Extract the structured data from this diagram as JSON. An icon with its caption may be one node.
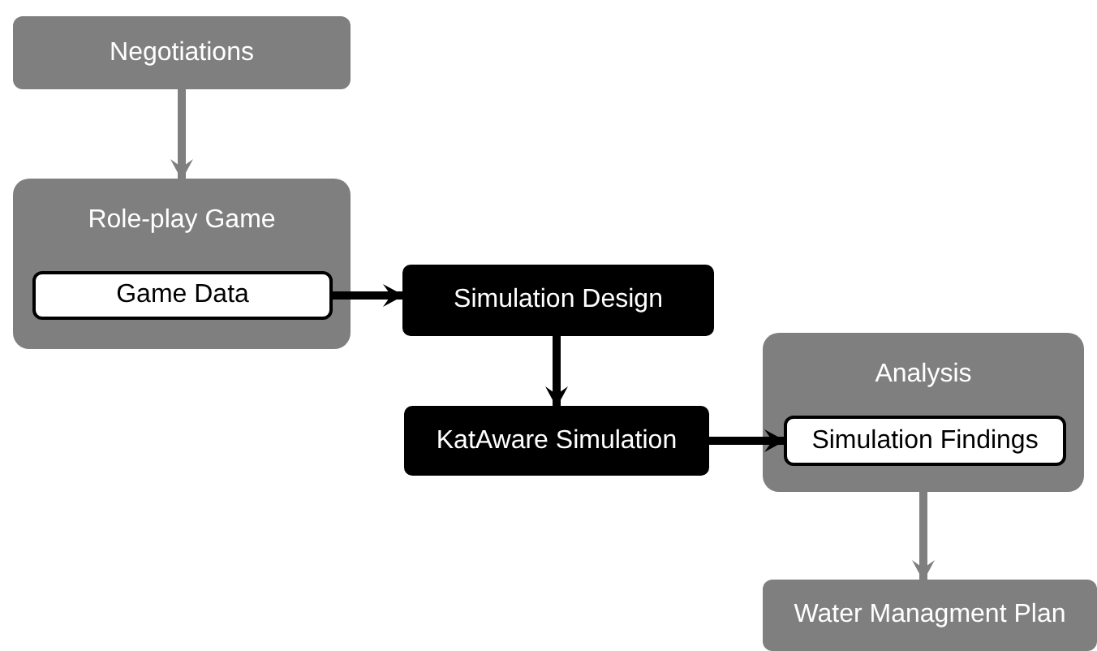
{
  "diagram": {
    "nodes": [
      {
        "text": [
          "Negotiations"
        ]
      },
      {
        "text": [
          "Role-play Game"
        ]
      },
      {
        "text": [
          "Game Data"
        ],
        "in": 1
      },
      {
        "text": [
          "Simulation Design"
        ]
      },
      {
        "text": [
          "KatAware Simulation"
        ]
      },
      {
        "text": [
          "Analysis"
        ]
      },
      {
        "text": [
          "Simulation Findings"
        ],
        "in": 5
      },
      {
        "text": [
          "Water Managment Plan"
        ]
      }
    ],
    "edges": [
      {
        "from": 0,
        "to": 1,
        "arrow": "to",
        "color": "#7f7f7f"
      },
      {
        "from": 2,
        "to": 3,
        "arrow": "to"
      },
      {
        "from": 3,
        "to": 4,
        "arrow": "to"
      },
      {
        "from": 4,
        "to": 6,
        "arrow": "to"
      },
      {
        "from": 5,
        "to": 7,
        "arrow": "to",
        "color": "#7f7f7f"
      }
    ]
  }
}
